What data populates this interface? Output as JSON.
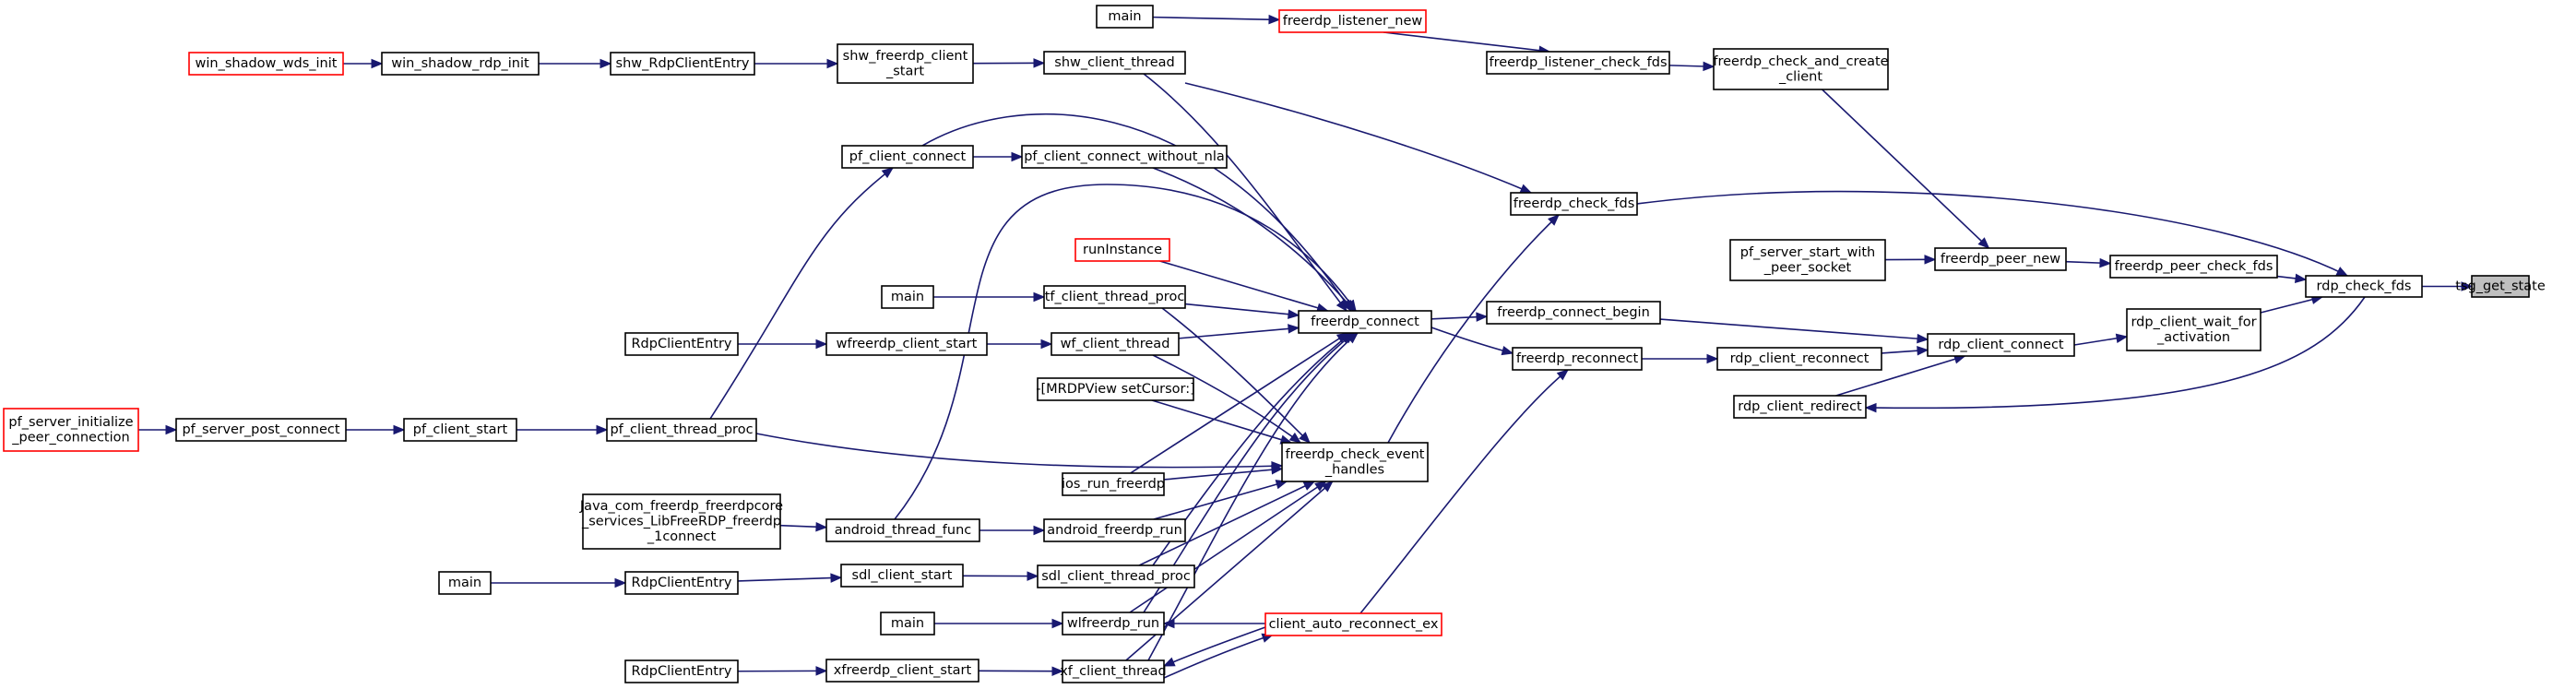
{
  "colors": {
    "edge": "#191970",
    "node_border": "#000000",
    "truncated_border": "#ff0000",
    "root_fill": "#bfbfbf"
  },
  "nodes": [
    {
      "id": "tsg_get_state",
      "label": "tsg_get_state",
      "root": true
    },
    {
      "id": "rdp_check_fds",
      "label": "rdp_check_fds"
    },
    {
      "id": "freerdp_check_fds",
      "label": "freerdp_check_fds"
    },
    {
      "id": "freerdp_peer_check_fds",
      "label": "freerdp_peer_check_fds"
    },
    {
      "id": "rdp_client_wait_for_activation",
      "label": "rdp_client_wait_for\n_activation"
    },
    {
      "id": "freerdp_peer_new",
      "label": "freerdp_peer_new"
    },
    {
      "id": "pf_server_start_with_peer_socket",
      "label": "pf_server_start_with\n_peer_socket"
    },
    {
      "id": "freerdp_check_and_create_client",
      "label": "freerdp_check_and_create\n_client"
    },
    {
      "id": "freerdp_listener_check_fds",
      "label": "freerdp_listener_check_fds"
    },
    {
      "id": "freerdp_listener_new",
      "label": "freerdp_listener_new",
      "truncated": true
    },
    {
      "id": "main_top",
      "label": "main"
    },
    {
      "id": "rdp_client_connect",
      "label": "rdp_client_connect"
    },
    {
      "id": "rdp_client_redirect",
      "label": "rdp_client_redirect"
    },
    {
      "id": "rdp_client_reconnect",
      "label": "rdp_client_reconnect"
    },
    {
      "id": "freerdp_connect_begin",
      "label": "freerdp_connect_begin"
    },
    {
      "id": "freerdp_reconnect",
      "label": "freerdp_reconnect"
    },
    {
      "id": "freerdp_connect",
      "label": "freerdp_connect"
    },
    {
      "id": "freerdp_check_event_handles",
      "label": "freerdp_check_event\n_handles"
    },
    {
      "id": "client_auto_reconnect_ex",
      "label": "client_auto_reconnect_ex",
      "truncated": true
    },
    {
      "id": "shw_client_thread",
      "label": "shw_client_thread"
    },
    {
      "id": "shw_freerdp_client_start",
      "label": "shw_freerdp_client\n_start"
    },
    {
      "id": "shw_RdpClientEntry",
      "label": "shw_RdpClientEntry"
    },
    {
      "id": "win_shadow_rdp_init",
      "label": "win_shadow_rdp_init"
    },
    {
      "id": "win_shadow_wds_init",
      "label": "win_shadow_wds_init",
      "truncated": true
    },
    {
      "id": "pf_client_connect",
      "label": "pf_client_connect"
    },
    {
      "id": "pf_client_connect_without_nla",
      "label": "pf_client_connect_without_nla"
    },
    {
      "id": "runInstance",
      "label": "runInstance",
      "truncated": true
    },
    {
      "id": "main_tf",
      "label": "main"
    },
    {
      "id": "tf_client_thread_proc",
      "label": "tf_client_thread_proc"
    },
    {
      "id": "RdpClientEntry_wf",
      "label": "RdpClientEntry"
    },
    {
      "id": "wfreerdp_client_start",
      "label": "wfreerdp_client_start"
    },
    {
      "id": "wf_client_thread",
      "label": "wf_client_thread"
    },
    {
      "id": "mrdpview_setcursor",
      "label": "-[MRDPView setCursor:]"
    },
    {
      "id": "ios_run_freerdp",
      "label": "ios_run_freerdp"
    },
    {
      "id": "pf_server_initialize_peer_connection",
      "label": "pf_server_initialize\n_peer_connection",
      "truncated": true
    },
    {
      "id": "pf_server_post_connect",
      "label": "pf_server_post_connect"
    },
    {
      "id": "pf_client_start",
      "label": "pf_client_start"
    },
    {
      "id": "pf_client_thread_proc",
      "label": "pf_client_thread_proc"
    },
    {
      "id": "java_jni",
      "label": "Java_com_freerdp_freerdpcore\n_services_LibFreeRDP_freerdp\n_1connect"
    },
    {
      "id": "android_thread_func",
      "label": "android_thread_func"
    },
    {
      "id": "android_freerdp_run",
      "label": "android_freerdp_run"
    },
    {
      "id": "main_sdl",
      "label": "main"
    },
    {
      "id": "RdpClientEntry_sdl",
      "label": "RdpClientEntry"
    },
    {
      "id": "sdl_client_start",
      "label": "sdl_client_start"
    },
    {
      "id": "sdl_client_thread_proc",
      "label": "sdl_client_thread_proc"
    },
    {
      "id": "main_wl",
      "label": "main"
    },
    {
      "id": "wlfreerdp_run",
      "label": "wlfreerdp_run"
    },
    {
      "id": "RdpClientEntry_xf",
      "label": "RdpClientEntry"
    },
    {
      "id": "xfreerdp_client_start",
      "label": "xfreerdp_client_start"
    },
    {
      "id": "xf_client_thread",
      "label": "xf_client_thread"
    }
  ],
  "edges": [
    [
      "rdp_check_fds",
      "tsg_get_state"
    ],
    [
      "freerdp_check_fds",
      "rdp_check_fds"
    ],
    [
      "freerdp_peer_check_fds",
      "rdp_check_fds"
    ],
    [
      "rdp_client_wait_for_activation",
      "rdp_check_fds"
    ],
    [
      "rdp_check_fds",
      "rdp_client_redirect"
    ],
    [
      "freerdp_peer_new",
      "freerdp_peer_check_fds"
    ],
    [
      "pf_server_start_with_peer_socket",
      "freerdp_peer_new"
    ],
    [
      "freerdp_check_and_create_client",
      "freerdp_peer_new"
    ],
    [
      "freerdp_listener_check_fds",
      "freerdp_check_and_create_client"
    ],
    [
      "freerdp_listener_new",
      "freerdp_listener_check_fds"
    ],
    [
      "main_top",
      "freerdp_listener_new"
    ],
    [
      "rdp_client_connect",
      "rdp_client_wait_for_activation"
    ],
    [
      "rdp_client_redirect",
      "rdp_client_connect"
    ],
    [
      "rdp_client_reconnect",
      "rdp_client_connect"
    ],
    [
      "freerdp_connect_begin",
      "rdp_client_connect"
    ],
    [
      "freerdp_reconnect",
      "rdp_client_reconnect"
    ],
    [
      "freerdp_connect",
      "freerdp_connect_begin"
    ],
    [
      "freerdp_connect",
      "freerdp_reconnect"
    ],
    [
      "client_auto_reconnect_ex",
      "freerdp_reconnect"
    ],
    [
      "freerdp_check_event_handles",
      "freerdp_check_fds"
    ],
    [
      "shw_client_thread",
      "freerdp_check_fds"
    ],
    [
      "shw_client_thread",
      "freerdp_connect"
    ],
    [
      "shw_freerdp_client_start",
      "shw_client_thread"
    ],
    [
      "shw_RdpClientEntry",
      "shw_freerdp_client_start"
    ],
    [
      "win_shadow_rdp_init",
      "shw_RdpClientEntry"
    ],
    [
      "win_shadow_wds_init",
      "win_shadow_rdp_init"
    ],
    [
      "pf_client_connect",
      "freerdp_connect"
    ],
    [
      "pf_client_connect",
      "pf_client_connect_without_nla"
    ],
    [
      "pf_client_connect_without_nla",
      "freerdp_connect"
    ],
    [
      "pf_client_thread_proc",
      "pf_client_connect"
    ],
    [
      "runInstance",
      "freerdp_connect"
    ],
    [
      "main_tf",
      "tf_client_thread_proc"
    ],
    [
      "tf_client_thread_proc",
      "freerdp_connect"
    ],
    [
      "tf_client_thread_proc",
      "freerdp_check_event_handles"
    ],
    [
      "RdpClientEntry_wf",
      "wfreerdp_client_start"
    ],
    [
      "wfreerdp_client_start",
      "wf_client_thread"
    ],
    [
      "wf_client_thread",
      "freerdp_connect"
    ],
    [
      "wf_client_thread",
      "freerdp_check_event_handles"
    ],
    [
      "mrdpview_setcursor",
      "freerdp_check_event_handles"
    ],
    [
      "ios_run_freerdp",
      "freerdp_connect"
    ],
    [
      "ios_run_freerdp",
      "freerdp_check_event_handles"
    ],
    [
      "pf_server_initialize_peer_connection",
      "pf_server_post_connect"
    ],
    [
      "pf_server_post_connect",
      "pf_client_start"
    ],
    [
      "pf_client_start",
      "pf_client_thread_proc"
    ],
    [
      "pf_client_thread_proc",
      "freerdp_check_event_handles"
    ],
    [
      "java_jni",
      "android_thread_func"
    ],
    [
      "android_thread_func",
      "android_freerdp_run"
    ],
    [
      "android_thread_func",
      "freerdp_connect"
    ],
    [
      "android_freerdp_run",
      "freerdp_check_event_handles"
    ],
    [
      "main_sdl",
      "RdpClientEntry_sdl"
    ],
    [
      "RdpClientEntry_sdl",
      "sdl_client_start"
    ],
    [
      "sdl_client_start",
      "sdl_client_thread_proc"
    ],
    [
      "sdl_client_thread_proc",
      "freerdp_connect"
    ],
    [
      "sdl_client_thread_proc",
      "freerdp_check_event_handles"
    ],
    [
      "main_wl",
      "wlfreerdp_run"
    ],
    [
      "wlfreerdp_run",
      "freerdp_connect"
    ],
    [
      "wlfreerdp_run",
      "freerdp_check_event_handles"
    ],
    [
      "client_auto_reconnect_ex",
      "wlfreerdp_run"
    ],
    [
      "RdpClientEntry_xf",
      "xfreerdp_client_start"
    ],
    [
      "xfreerdp_client_start",
      "xf_client_thread"
    ],
    [
      "xf_client_thread",
      "freerdp_connect"
    ],
    [
      "xf_client_thread",
      "freerdp_check_event_handles"
    ],
    [
      "xf_client_thread",
      "client_auto_reconnect_ex"
    ],
    [
      "client_auto_reconnect_ex",
      "xf_client_thread"
    ]
  ]
}
